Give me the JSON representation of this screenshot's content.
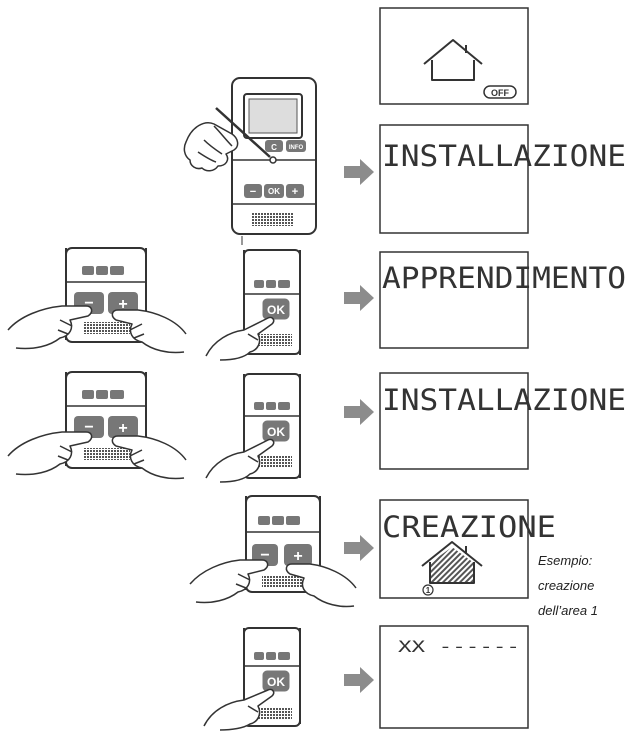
{
  "panels": [
    {
      "id": "off",
      "badge": "OFF"
    },
    {
      "id": "step1",
      "text": "INSTALLAZIONE"
    },
    {
      "id": "step2",
      "text": "APPRENDIMENTO"
    },
    {
      "id": "step3",
      "text": "INSTALLAZIONE"
    },
    {
      "id": "step4",
      "text": "CREAZIONE",
      "zone_label": "1"
    },
    {
      "id": "step5",
      "text": "XX ------"
    }
  ],
  "buttons": {
    "c": "C",
    "info": "INFO",
    "minus": "−",
    "plus": "+",
    "ok": "OK",
    "ok_small": "OK"
  },
  "caption": {
    "line1": "Esempio:",
    "line2": "creazione",
    "line3": "dell’area 1"
  },
  "colors": {
    "line": "#333333",
    "arrow": "#8c8c8c",
    "button": "#777777"
  }
}
